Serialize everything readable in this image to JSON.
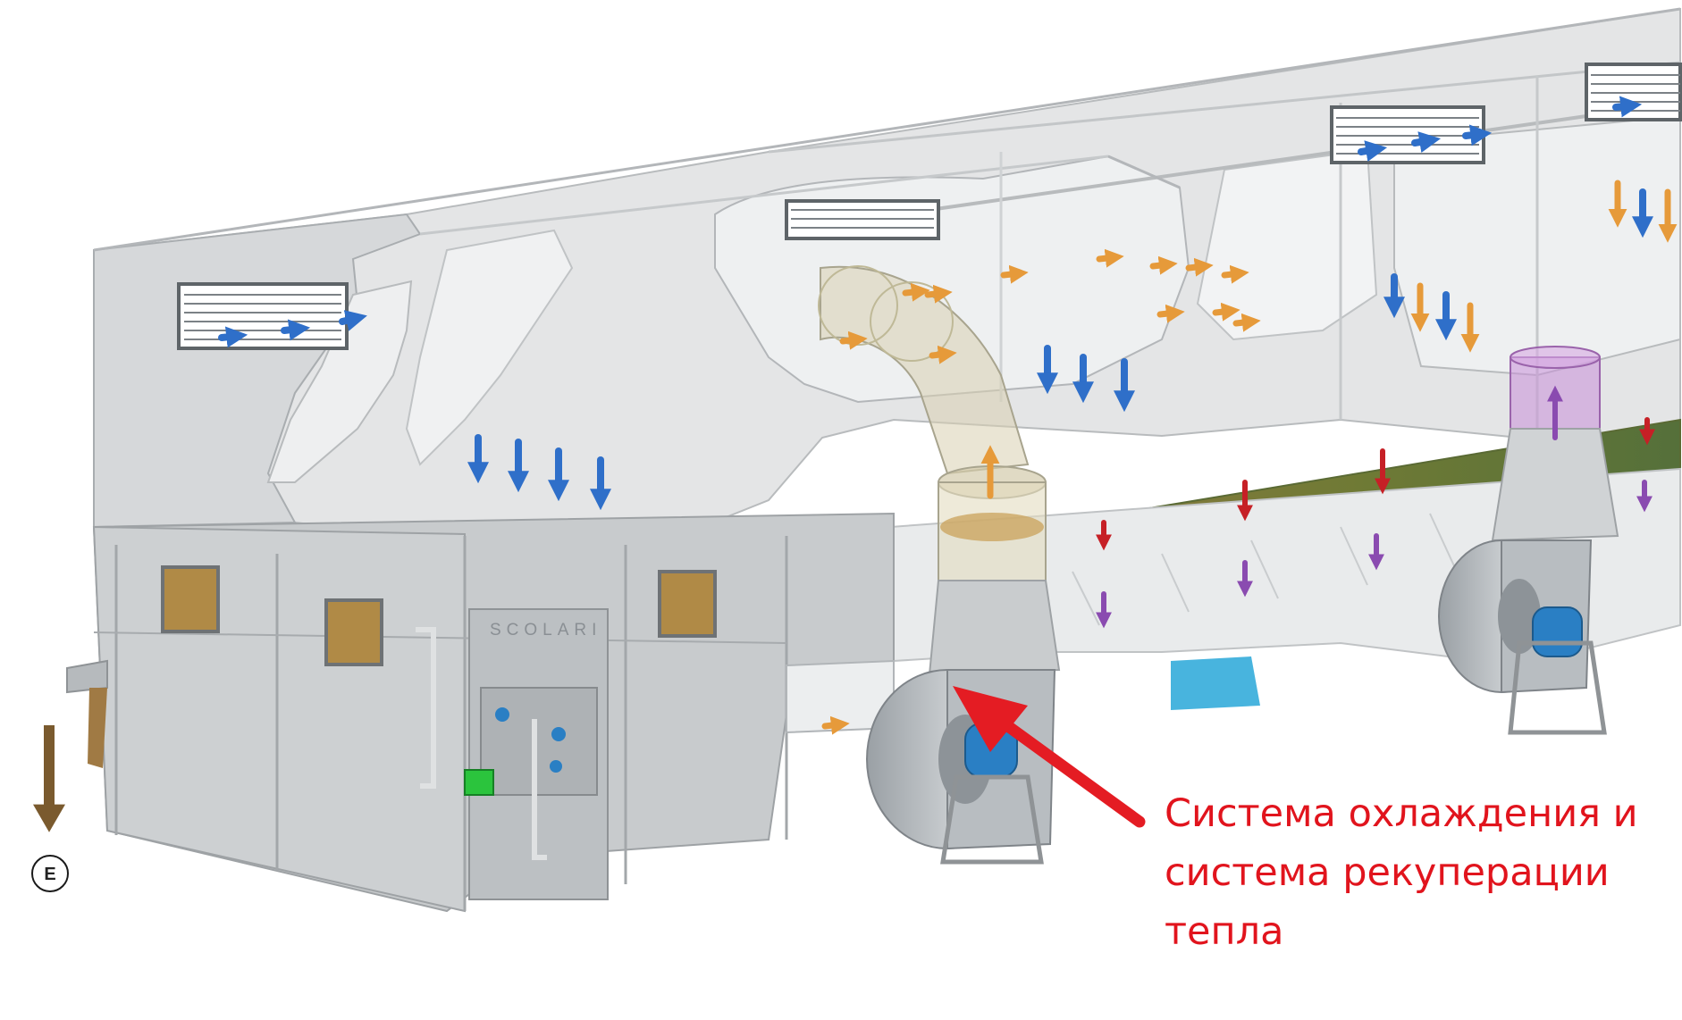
{
  "brand_label": "SCOLARI",
  "exit_marker_label": "E",
  "callout": {
    "lines": [
      "Система охлаждения и",
      "система рекуперации",
      "тепла"
    ]
  },
  "colors": {
    "frame": "#dcdedf",
    "frame_dark": "#a9adb0",
    "panel": "#c3c6c8",
    "fan": "#b4b9bd",
    "airflow_cold": "#2f6fc9",
    "airflow_hot": "#e69a3a",
    "airflow_product": "#c62026",
    "airflow_exhaust": "#8a4bb0",
    "product_flow": "#7a5a2e",
    "motor": "#2a7fc4",
    "pump": "#2bc43d",
    "callout_text": "#e1141d",
    "callout_arrow": "#e41c23"
  }
}
